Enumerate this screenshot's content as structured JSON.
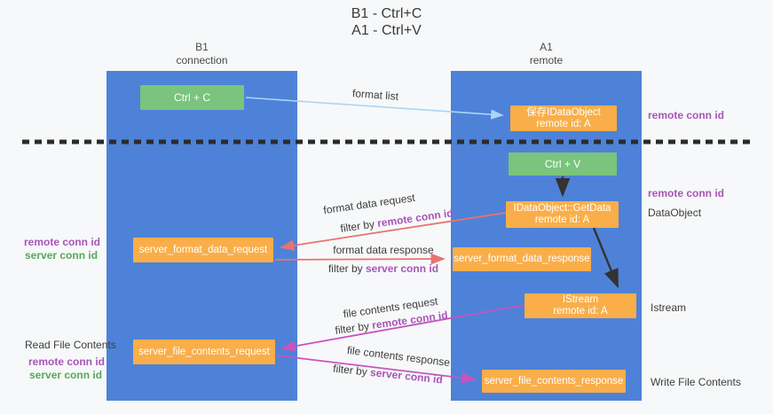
{
  "title": {
    "line1": "B1 - Ctrl+C",
    "line2": "A1 - Ctrl+V"
  },
  "columns": {
    "left": {
      "name": "B1",
      "role": "connection"
    },
    "right": {
      "name": "A1",
      "role": "remote"
    }
  },
  "boxes": {
    "ctrl_c": {
      "label": "Ctrl + C"
    },
    "save_idataobject": {
      "line1": "保存IDataObject",
      "line2": "remote id: A"
    },
    "ctrl_v": {
      "label": "Ctrl + V"
    },
    "getdata": {
      "line1": "IDataObject::GetData",
      "line2": "remote id: A"
    },
    "server_format_data_request": {
      "label": "server_format_data_request"
    },
    "server_format_data_response": {
      "label": "server_format_data_response"
    },
    "istream": {
      "line1": "IStream",
      "line2": "remote id: A"
    },
    "server_file_contents_request": {
      "label": "server_file_contents_request"
    },
    "server_file_contents_response": {
      "label": "server_file_contents_response"
    }
  },
  "flow_labels": {
    "format_list": "format list",
    "format_data_request": "format data request",
    "format_request_filter_prefix": "filter by",
    "format_request_filter_key": "remote conn id",
    "format_data_response": "format data response",
    "format_response_filter_prefix": "filter by",
    "format_response_filter_key": "server conn id",
    "file_contents_request": "file contents request",
    "file_request_filter_prefix": "filter by",
    "file_request_filter_key": "remote conn id",
    "file_contents_response": "file contents response",
    "file_response_filter_prefix": "filter by",
    "file_response_filter_key": "server conn id"
  },
  "side_labels": {
    "right_remote_conn_id_top": "remote conn id",
    "right_remote_conn_id_mid": "remote conn id",
    "right_dataobject": "DataObject",
    "right_istream": "Istream",
    "right_write_file_contents": "Write File Contents",
    "left_remote_conn_id_top": "remote conn id",
    "left_server_conn_id_top": "server conn id",
    "left_read_file_contents": "Read File Contents",
    "left_remote_conn_id_bottom": "remote conn id",
    "left_server_conn_id_bottom": "server conn id"
  },
  "colors": {
    "column_blue": "#4e82d8",
    "box_green": "#7ac47d",
    "box_orange": "#f9ae49",
    "arrow_red": "#e8736e",
    "arrow_magenta": "#c853c0",
    "arrow_light_blue": "#a9d6f5",
    "arrow_black": "#333333",
    "label_purple": "#a855b8",
    "label_green": "#55a858",
    "divider_black": "#2b2b2b"
  }
}
